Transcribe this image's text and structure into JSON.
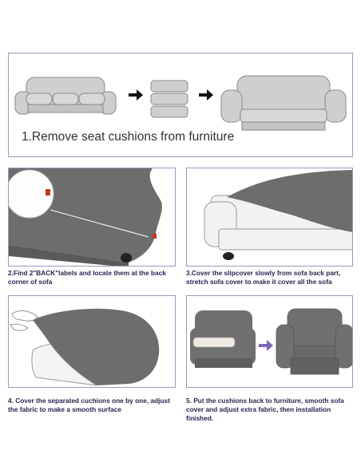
{
  "colors": {
    "panel_border": "#a094c3",
    "caption_text": "#2b2350",
    "sofa_outline": "#8a8a8a",
    "sofa_fill": "#cfcfcf",
    "cover_fill": "#6d6d6d",
    "arrow": "#111111",
    "arrow_purple": "#7b66b8",
    "label_red": "#c0392b"
  },
  "icons": [
    "arrow-right-icon",
    "sofa-icon",
    "cushion-stack-icon",
    "back-label-icon"
  ],
  "step1": {
    "caption": "1.Remove seat cushions from furniture"
  },
  "step2": {
    "caption": "2.Find 2\"BACK\"labels and locate them at the back corner of sofa"
  },
  "step3": {
    "caption": "3.Cover the slipcover slowly from sofa back part, stretch sofa cover to make it cover all the sofa"
  },
  "step4": {
    "caption": "4. Cover the separated cuchions one by one, adjust the fabric to make a smooth surface"
  },
  "step5": {
    "caption": "5.  Put the cushions back to furniture, smooth sofa cover and adjust extra fabric, then installation finished."
  }
}
